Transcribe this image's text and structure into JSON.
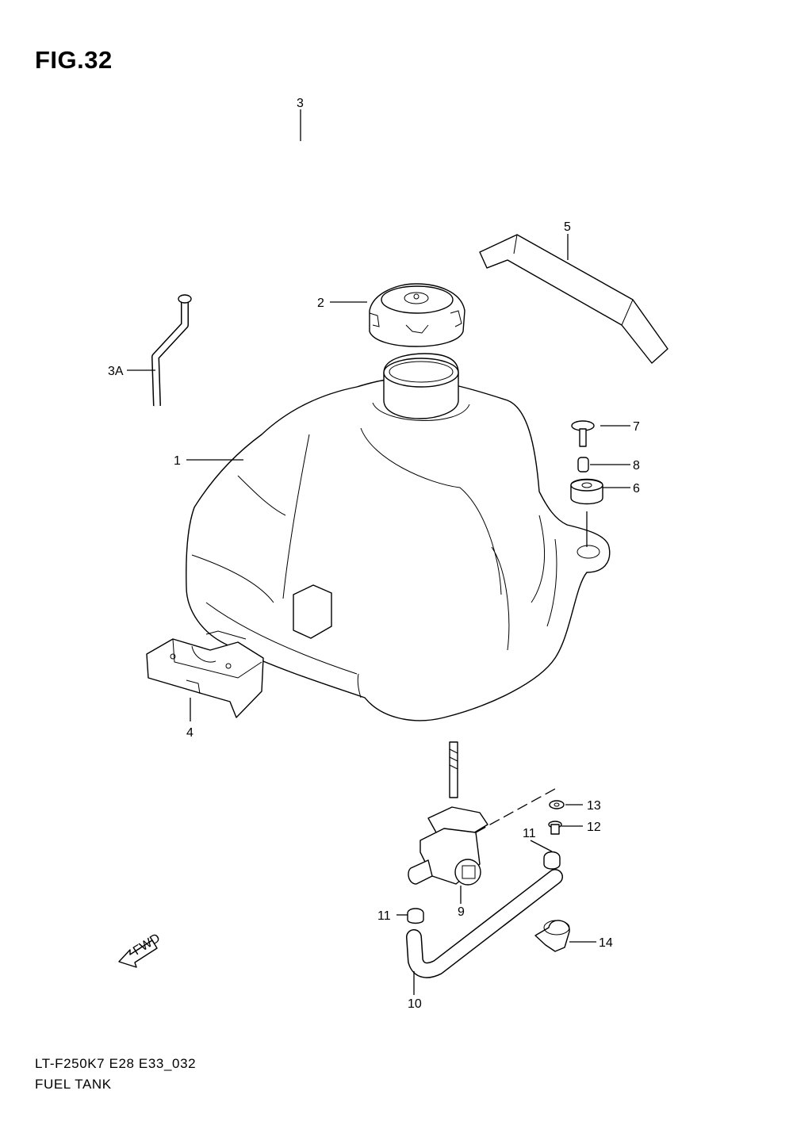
{
  "figure": {
    "title": "FIG.32"
  },
  "footer": {
    "model_code": "LT-F250K7 E28 E33_032",
    "name": "FUEL TANK"
  },
  "callouts": {
    "c1": "1",
    "c2": "2",
    "c3": "3",
    "c3a": "3A",
    "c4": "4",
    "c5": "5",
    "c6": "6",
    "c7": "7",
    "c8": "8",
    "c9": "9",
    "c10": "10",
    "c11a": "11",
    "c11b": "11",
    "c12": "12",
    "c13": "13",
    "c14": "14"
  },
  "forward_marker": {
    "label": "FWD"
  }
}
